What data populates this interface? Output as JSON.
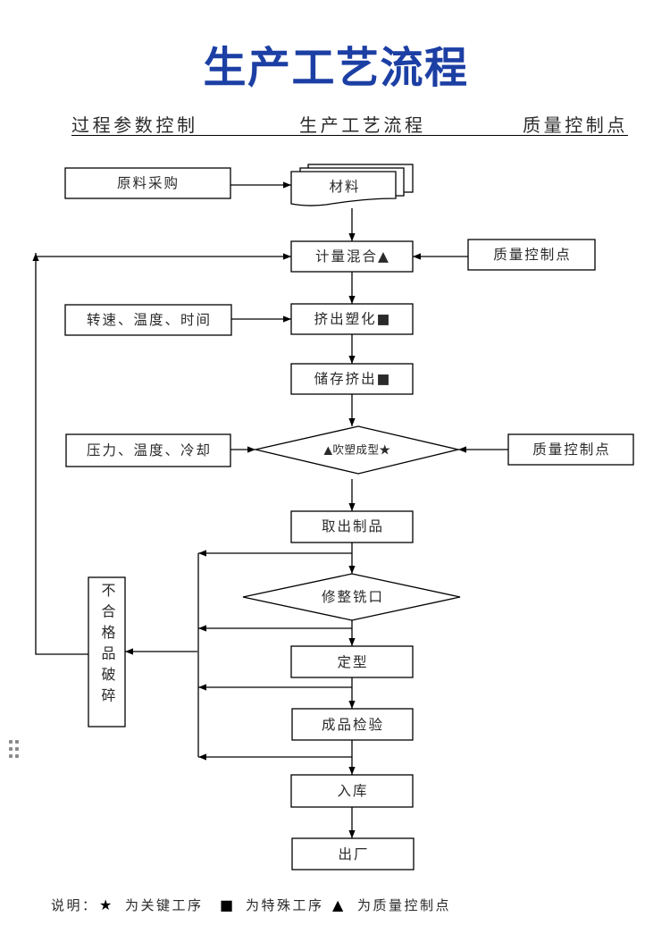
{
  "title": "生产工艺流程",
  "subheader": {
    "left": "过程参数控制",
    "center": "生产工艺流程",
    "right": "质量控制点"
  },
  "flow": {
    "raw_purchase": "原料采购",
    "material": "材料",
    "metering_mixing": "计量混合▲",
    "qc_point_1": "质量控制点",
    "params_1": "转速、温度、时间",
    "extrusion_plasticizing": "挤出塑化■",
    "storage_extrusion": "储存挤出■",
    "params_2": "压力、温度、冷却",
    "blow_molding": "▲吹塑成型★",
    "qc_point_2": "质量控制点",
    "take_out": "取出制品",
    "trimming": "修整铣口",
    "shaping": "定型",
    "inspection": "成品检验",
    "warehousing": "入库",
    "shipping": "出厂",
    "rejects": "不合格品破碎"
  },
  "legend": {
    "label": "说明：",
    "items": [
      {
        "symbol": "★",
        "text": "为关键工序"
      },
      {
        "symbol": "■",
        "text": "为特殊工序"
      },
      {
        "symbol": "▲",
        "text": "为质量控制点"
      }
    ]
  },
  "icons": {
    "drag_handle": "drag-handle-icon",
    "arrowhead": "arrowhead-icon"
  },
  "colors": {
    "title": "#1c3fa4",
    "line": "#000000",
    "text": "#2a2a2a",
    "background": "#ffffff"
  }
}
